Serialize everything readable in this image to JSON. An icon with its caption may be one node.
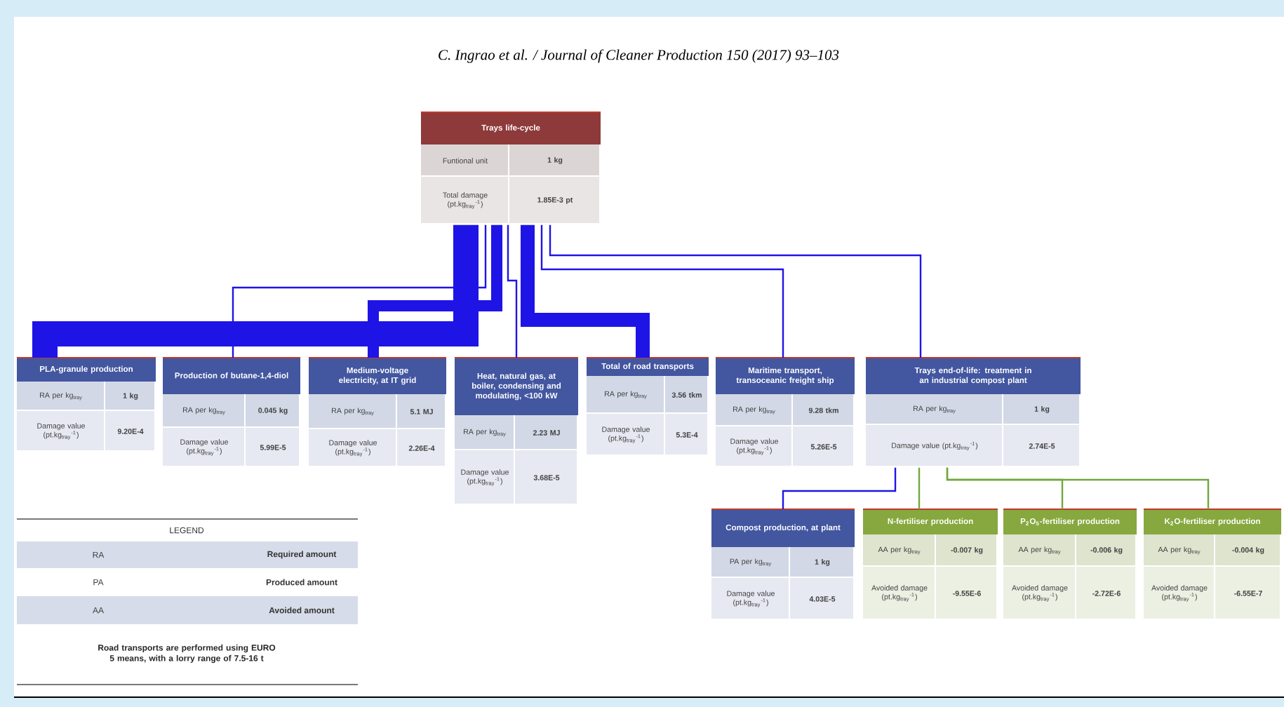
{
  "diagram": {
    "nodes": [
      {
        "text": [
          "Trays life-cycle",
          "Funtional unit",
          "1 kg",
          "Total damage (pt.kg$_{tray}$$^{-1}$)",
          "1.85E-3 pt"
        ]
      },
      {
        "text": [
          "PLA-granule production",
          "RA per kg$_{tray}$",
          "1 kg",
          "Damage value (pt.kg$_{tray}$$^{-1}$)",
          "9.20E-4"
        ]
      },
      {
        "text": [
          "Production of butane-1,4-diol",
          "RA per kg$_{tray}$",
          "0.045 kg",
          "Damage value (pt.kg$_{tray}$$^{-1}$)",
          "5.99E-5"
        ]
      },
      {
        "text": [
          "Medium-voltage electricity, at IT grid",
          "RA per kg$_{tray}$",
          "5.1 MJ",
          "Damage value (pt.kg$_{tray}$$^{-1}$)",
          "2.26E-4"
        ]
      },
      {
        "text": [
          "Heat, natural gas, at boiler, condensing and modulating, <100 kW",
          "RA per kg$_{tray}$",
          "2.23 MJ",
          "Damage value (pt.kg$_{tray}$$^{-1}$)",
          "3.68E-5"
        ]
      },
      {
        "text": [
          "Total of road transports",
          "RA per kg$_{tray}$",
          "3.56 tkm",
          "Damage value (pt.kg$_{tray}$$^{-1}$)",
          "5.3E-4"
        ]
      },
      {
        "text": [
          "Maritime transport, transoceanic freight ship",
          "RA per kg$_{tray}$",
          "9.28 tkm",
          "Damage value (pt.kg$_{tray}$$^{-1}$)",
          "5.26E-5"
        ]
      },
      {
        "text": [
          "Trays end-of-life: treatment in an industrial compost plant",
          "RA per kg$_{tray}$",
          "1 kg",
          "Damage value (pt.kg$_{tray}$$^{-1}$)",
          "2.74E-5"
        ]
      },
      {
        "text": [
          "Compost production, at plant",
          "PA per kg$_{tray}$",
          "1 kg",
          "Damage value (pt.kg$_{tray}$$^{-1}$)",
          "4.03E-5"
        ]
      },
      {
        "text": [
          "N-fertiliser production",
          "AA per kg$_{tray}$",
          "-0.007 kg",
          "Avoided damage (pt.kg$_{tray}$$^{-1}$)",
          "-9.55E-6"
        ]
      },
      {
        "text": [
          "P$_{2}$O$_{5}$-fertiliser production",
          "AA per kg$_{tray}$",
          "-0.006 kg",
          "Avoided damage (pt.kg$_{tray}$$^{-1}$)",
          "-2.72E-6"
        ]
      },
      {
        "text": [
          "K$_{2}$O-fertiliser production",
          "AA per kg$_{tray}$",
          "-0.004 kg",
          "Avoided damage (pt.kg$_{tray}$$^{-1}$)",
          "-6.55E-7"
        ]
      }
    ],
    "edges": [
      {
        "from": 0,
        "to": 1,
        "arrow": "none",
        "style": "thick"
      },
      {
        "from": 0,
        "to": 2,
        "arrow": "none"
      },
      {
        "from": 0,
        "to": 3,
        "arrow": "none",
        "style": "thick"
      },
      {
        "from": 0,
        "to": 4,
        "arrow": "none"
      },
      {
        "from": 0,
        "to": 5,
        "arrow": "none",
        "style": "thick"
      },
      {
        "from": 0,
        "to": 6,
        "arrow": "none"
      },
      {
        "from": 0,
        "to": 7,
        "arrow": "none"
      },
      {
        "from": 7,
        "to": 8,
        "arrow": "none"
      },
      {
        "from": 7,
        "to": 9,
        "arrow": "none",
        "color": "#6fa83c"
      },
      {
        "from": 7,
        "to": 10,
        "arrow": "none",
        "color": "#6fa83c"
      },
      {
        "from": 7,
        "to": 11,
        "arrow": "none",
        "color": "#6fa83c"
      }
    ],
    "labels": [
      "C. Ingrao et al. / Journal of Cleaner Production 150 (2017) 93–103",
      "LEGEND",
      "RA",
      "Required amount",
      "PA",
      "Produced amount",
      "AA",
      "Avoided amount",
      "Road transports are performed using EURO 5 means, with a lorry range of 7.5-16 t"
    ]
  }
}
